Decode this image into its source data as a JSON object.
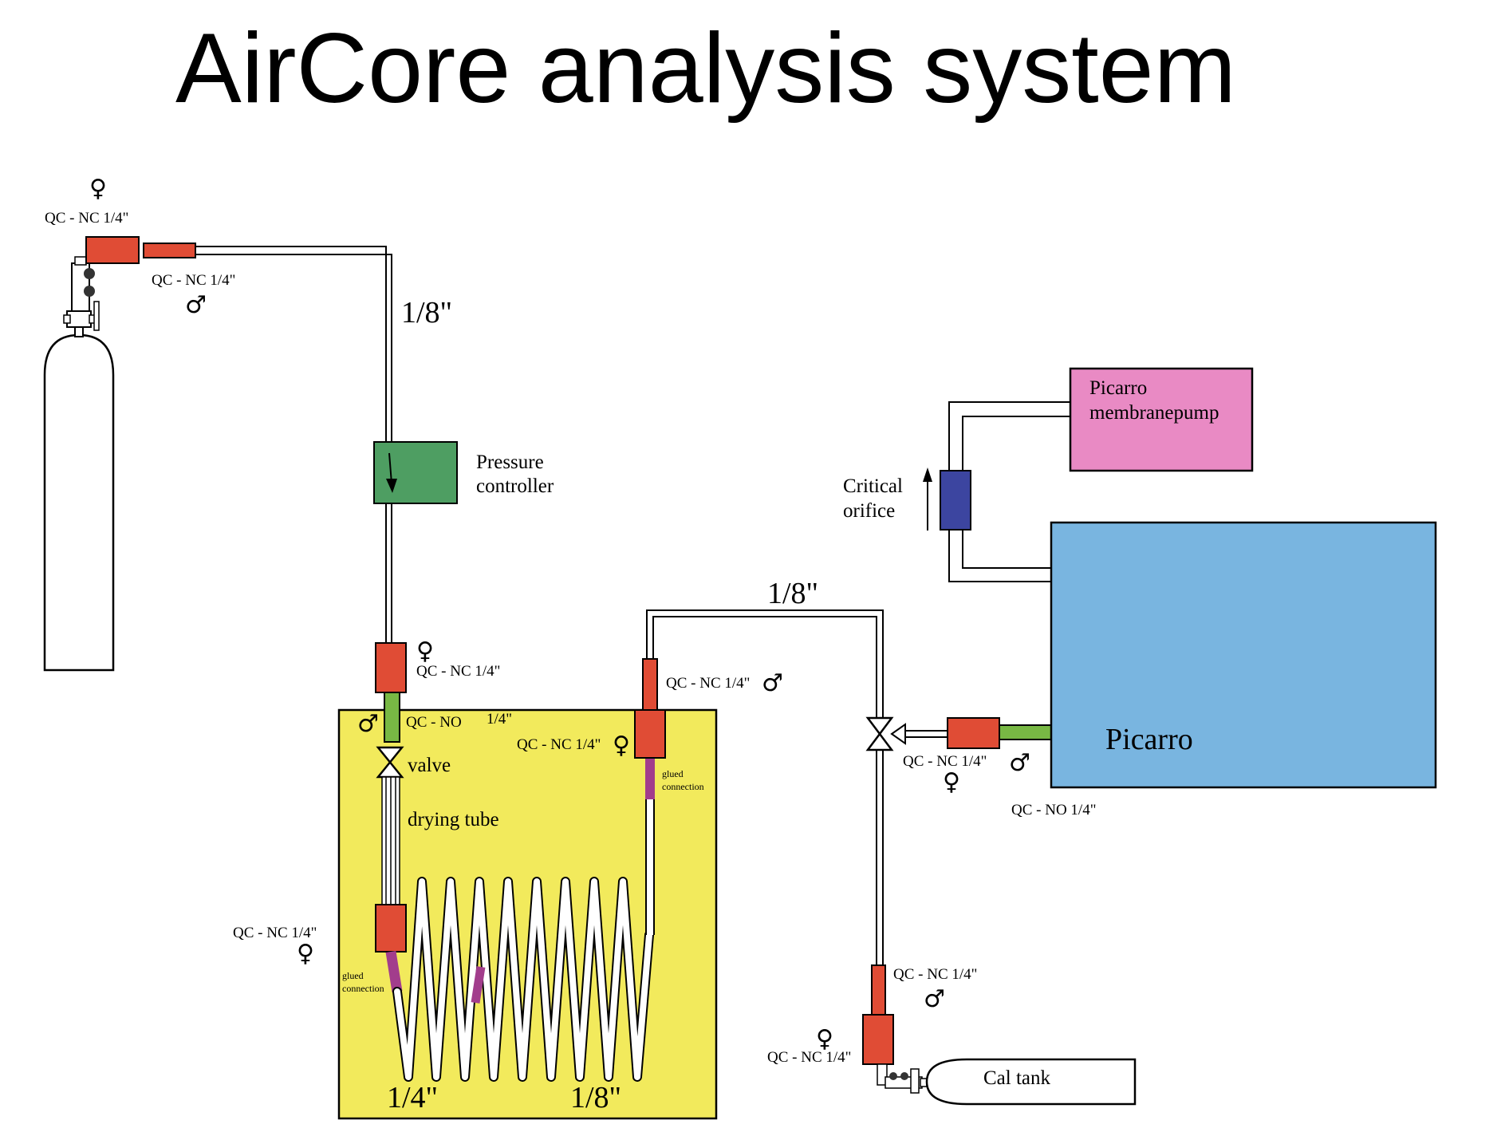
{
  "title": "AirCore analysis system",
  "colors": {
    "background": "#ffffff",
    "qc_nc": "#e04c35",
    "qc_no": "#78b844",
    "pressure_controller": "#4e9e62",
    "yellow_box": "#f2ea5c",
    "picarro": "#79b5e0",
    "membrane_pump": "#e98ac4",
    "critical_orifice": "#3c45a0",
    "glued_connection": "#a23d8c"
  },
  "labels": {
    "qc_nc_14": "QC - NC  1/4\"",
    "qc_no": "QC - NO",
    "qc_no_14": "QC - NO  1/4\"",
    "quarter_inch": "1/4\"",
    "eighth_inch": "1/8\"",
    "pressure_controller_1": "Pressure",
    "pressure_controller_2": "controller",
    "valve": "valve",
    "drying_tube": "drying tube",
    "glued_1": "glued",
    "glued_2": "connection",
    "picarro": "Picarro",
    "pump_1": "Picarro",
    "pump_2": "membranepump",
    "orifice_1": "Critical",
    "orifice_2": "orifice",
    "cal_tank": "Cal tank",
    "female_symbol": "♀",
    "male_symbol": "♂"
  },
  "icons": [
    "gas-cylinder-icon",
    "cal-tank-icon",
    "valve-icon",
    "three-way-valve-icon",
    "flow-arrow-icon",
    "female-symbol-icon",
    "male-symbol-icon"
  ]
}
